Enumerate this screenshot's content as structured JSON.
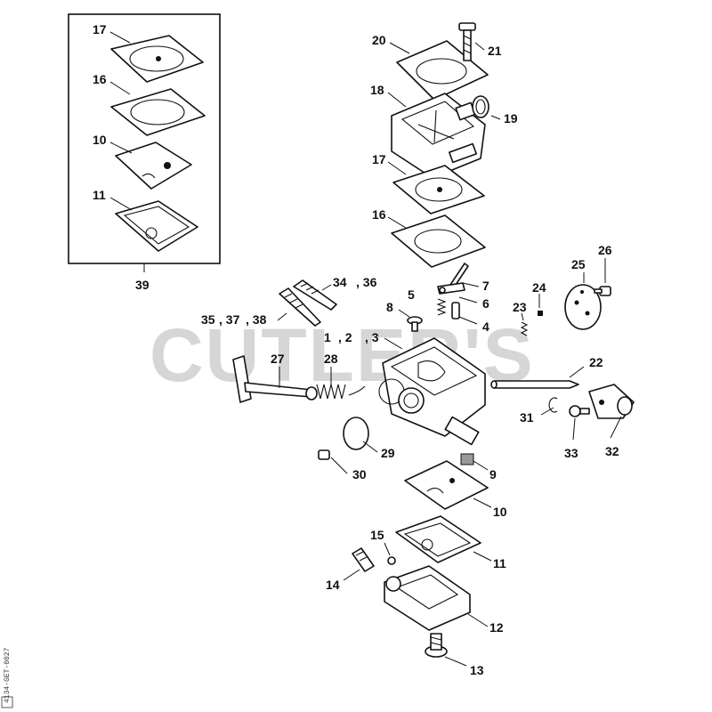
{
  "watermark": "CUTLER'S",
  "drawing_code": "4134-GET-0027",
  "kit_label": "39",
  "callouts": {
    "k17": "17",
    "k16": "16",
    "k10": "10",
    "k11": "11",
    "c20": "20",
    "c21": "21",
    "c18": "18",
    "c19": "19",
    "c17": "17",
    "c16": "16",
    "c25": "25",
    "c26": "26",
    "c34": "34",
    "c36": ", 36",
    "c7": "7",
    "c5": "5",
    "c6": "6",
    "c24": "24",
    "c8": "8",
    "c23": "23",
    "c4": "4",
    "c35": "35",
    "c37": ", 37",
    "c38": ", 38",
    "c1": "1",
    "c2": ", 2",
    "c3": ", 3",
    "c27": "27",
    "c28": "28",
    "c22": "22",
    "c31": "31",
    "c33": "33",
    "c32": "32",
    "c29": "29",
    "c9": "9",
    "c30": "30",
    "c10": "10",
    "c15": "15",
    "c11": "11",
    "c14": "14",
    "c12": "12",
    "c13": "13"
  }
}
